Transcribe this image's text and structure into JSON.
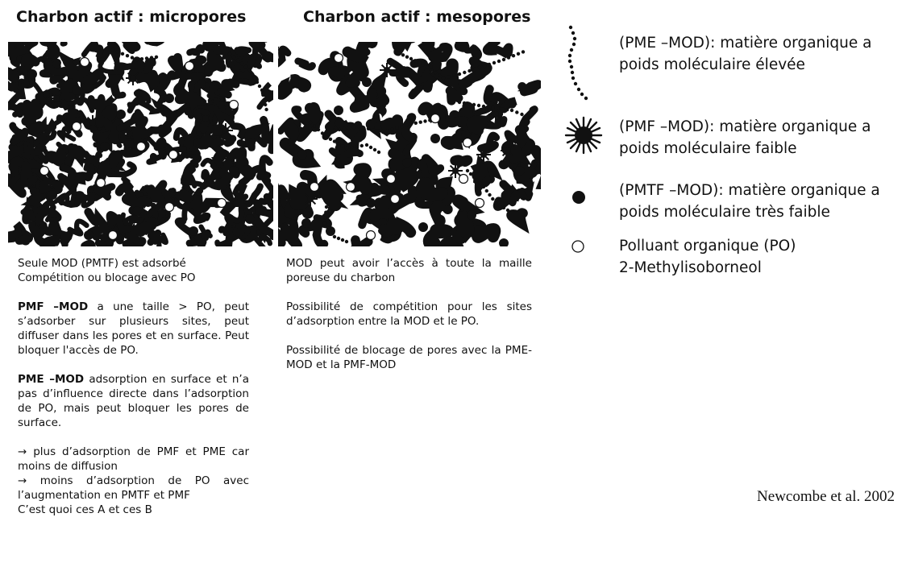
{
  "titles": {
    "micropores": "Charbon actif : micropores",
    "mesopores": "Charbon actif : mesopores"
  },
  "micropores_text": {
    "p1_line1": "Seule MOD (PMTF) est adsorbé",
    "p1_line2": "Compétition ou blocage avec PO",
    "p2_bold": "PMF –MOD",
    "p2_rest": " a une taille > PO, peut s’adsorber sur plusieurs sites, peut diffuser dans les pores et en surface. Peut bloquer l'accès de PO.",
    "p3_bold": "PME –MOD",
    "p3_rest": " adsorption en surface et n’a pas d’influence directe dans l’adsorption de PO, mais peut bloquer les pores de surface.",
    "p4_line1": "→  plus d’adsorption de PMF et PME car moins de diffusion",
    "p4_line2": "→  moins d’adsorption de PO avec l’augmentation en PMTF et PMF",
    "p4_line3": " C’est quoi ces A et ces B"
  },
  "mesopores_text": {
    "p1": "MOD peut avoir l’accès à toute la maille poreuse du charbon",
    "p2": "Possibilité de compétition pour les sites d’adsorption entre la MOD et le PO.",
    "p3": "Possibilité  de blocage de pores avec la PME-MOD et la PMF-MOD"
  },
  "legend": [
    {
      "symbol": "chain-icon",
      "line1": "(PME –MOD): matière organique a",
      "line2": "poids moléculaire élevée"
    },
    {
      "symbol": "star-icon",
      "line1": "(PMF –MOD): matière organique a",
      "line2": "poids moléculaire faible"
    },
    {
      "symbol": "dot-icon",
      "line1": "(PMTF –MOD): matière organique a",
      "line2": "poids moléculaire très faible"
    },
    {
      "symbol": "circle-icon",
      "line1": "Polluant organique (PO)",
      "line2": "2-Methylisoborneol"
    }
  ],
  "citation": "Newcombe et al. 2002"
}
